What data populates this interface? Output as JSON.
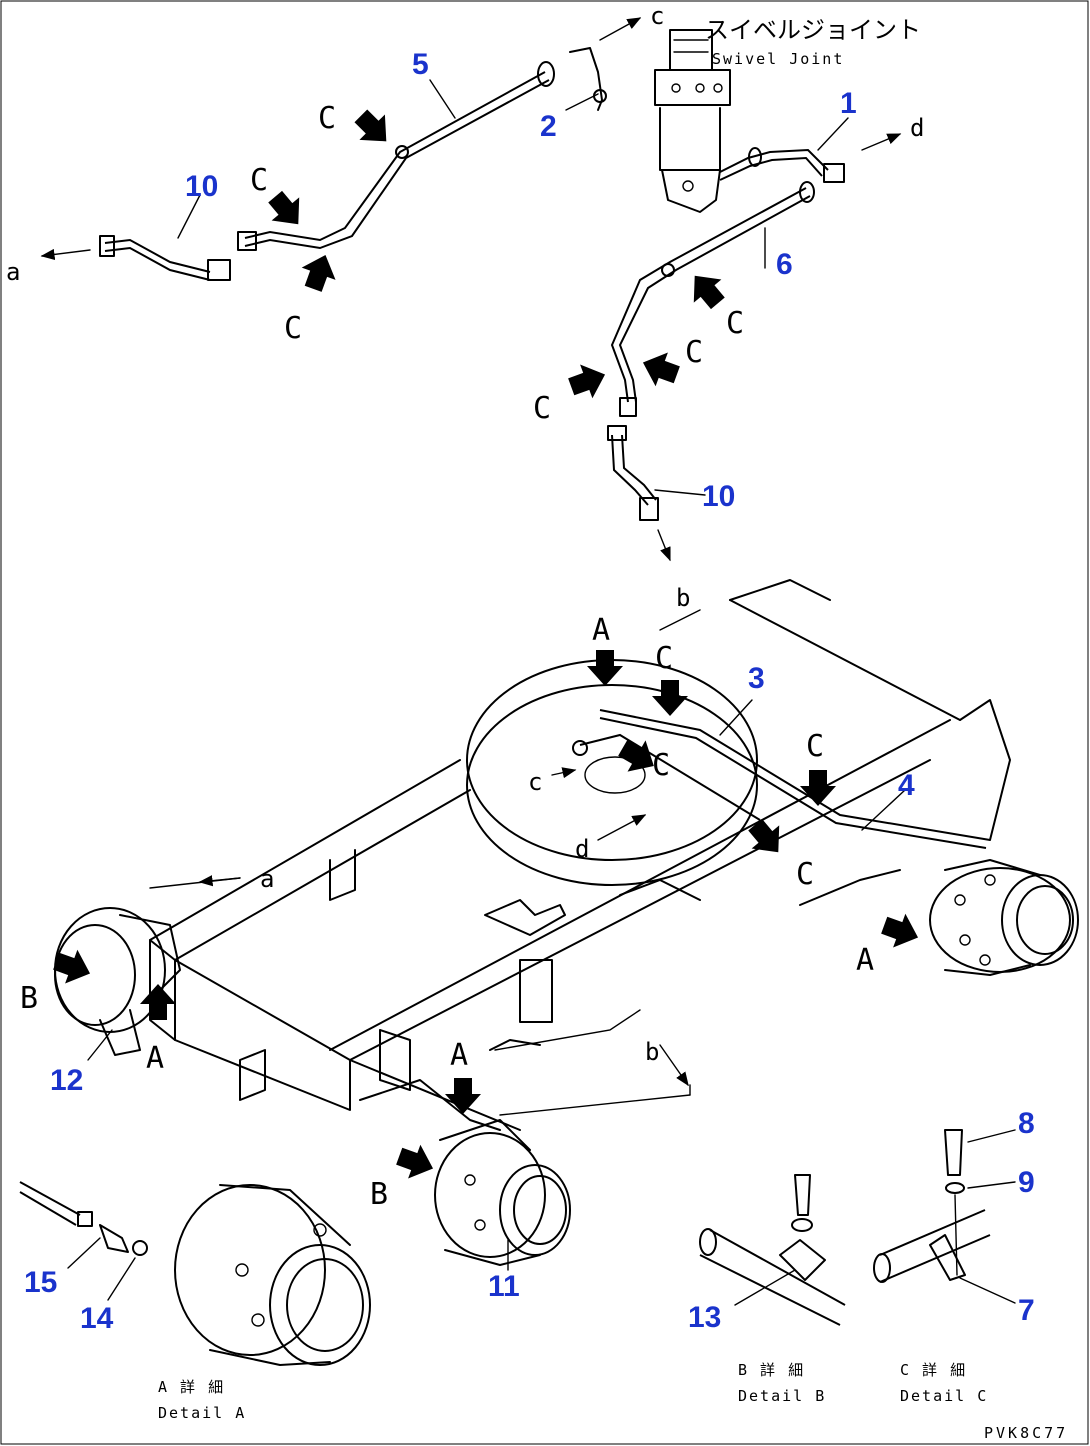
{
  "labels": {
    "swivel_jp": "スイベルジョイント",
    "swivel_en": "Swivel Joint",
    "detail_a_jp": "A 詳 細",
    "detail_a_en": "Detail A",
    "detail_b_jp": "B 詳 細",
    "detail_b_en": "Detail B",
    "detail_c_jp": "C 詳 細",
    "detail_c_en": "Detail C",
    "drawing_code": "PVK8C77"
  },
  "part_numbers": {
    "p1": "1",
    "p2": "2",
    "p3": "3",
    "p4": "4",
    "p5": "5",
    "p6": "6",
    "p7": "7",
    "p8": "8",
    "p9": "9",
    "p10a": "10",
    "p10b": "10",
    "p11": "11",
    "p12": "12",
    "p13": "13",
    "p14": "14",
    "p15": "15"
  },
  "view_letters": {
    "A": "A",
    "B": "B",
    "C": "C"
  },
  "connection_letters": {
    "a": "a",
    "b": "b",
    "c": "c",
    "d": "d"
  },
  "colors": {
    "part_number": "#1a33cc",
    "linework": "#000000"
  }
}
